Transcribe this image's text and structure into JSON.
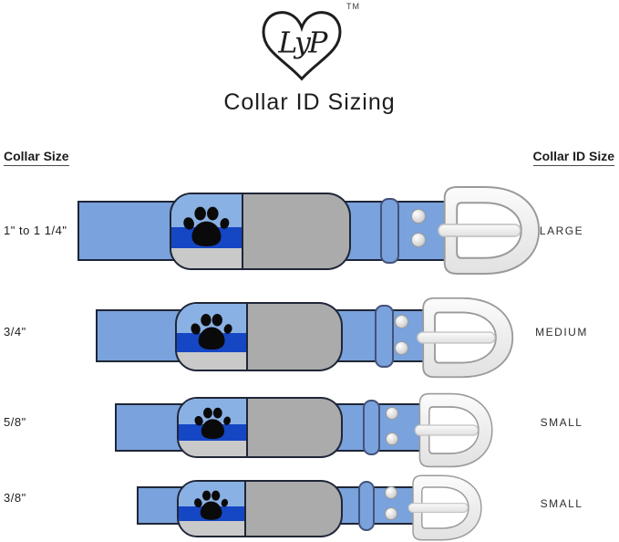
{
  "brand": {
    "logo_monogram": "LyP",
    "trademark": "TM",
    "logo_icon": "heart-outline"
  },
  "title": "Collar ID Sizing",
  "columns": {
    "left_header": "Collar Size",
    "right_header": "Collar ID Size"
  },
  "rows": [
    {
      "collar_size": "1\" to 1 1/4\"",
      "id_size": "LARGE"
    },
    {
      "collar_size": "3/4\"",
      "id_size": "MEDIUM"
    },
    {
      "collar_size": "5/8\"",
      "id_size": "SMALL"
    },
    {
      "collar_size": "3/8\"",
      "id_size": "SMALL"
    }
  ],
  "icons": {
    "tag_icon": "paw-print-icon",
    "buckle_icon": "belt-buckle-icon",
    "keeper": "keeper-loop",
    "rivets": "rivet"
  },
  "colors": {
    "strap_blue": "#7aa2dc",
    "tag_light_blue": "#8ab1e4",
    "tag_dark_blue": "#1546c4",
    "tag_gray": "#ababab",
    "tag_bottom_gray": "#c9c9c9",
    "outline": "#1f2637",
    "buckle_silver": "#f2f2f2",
    "paw_black": "#0a0a0a"
  }
}
